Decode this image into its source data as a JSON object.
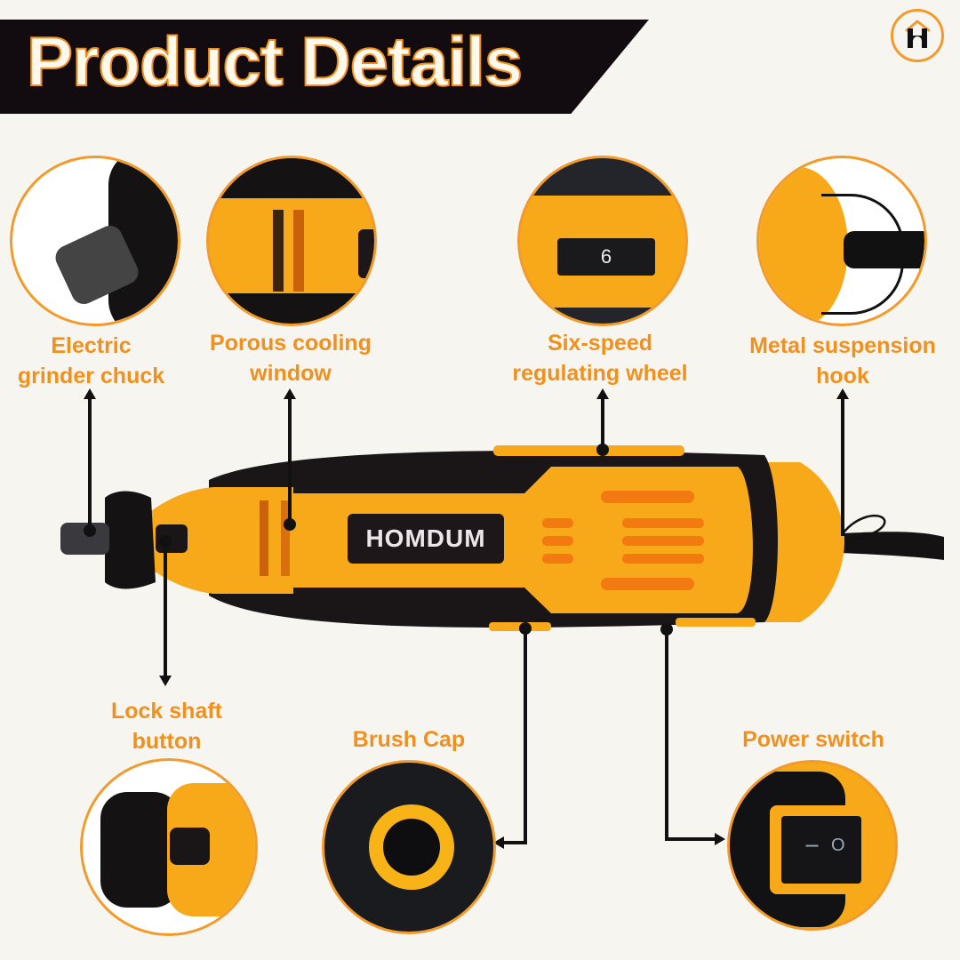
{
  "header": {
    "title": "Product Details",
    "brand_logo_icon": "house-h-logo-icon"
  },
  "product": {
    "brand": "HOMDUM",
    "speed_wheel_value": "6",
    "switch_symbols": [
      "I",
      "O"
    ]
  },
  "callouts": [
    {
      "id": "chuck",
      "line1": "Electric",
      "line2": "grinder chuck"
    },
    {
      "id": "cooling",
      "line1": "Porous cooling",
      "line2": "window"
    },
    {
      "id": "speed",
      "line1": "Six-speed",
      "line2": "regulating wheel"
    },
    {
      "id": "hook",
      "line1": "Metal suspension",
      "line2": "hook"
    },
    {
      "id": "lock",
      "line1": "Lock shaft",
      "line2": "button"
    },
    {
      "id": "brush",
      "line1": "Brush Cap",
      "line2": ""
    },
    {
      "id": "power",
      "line1": "Power switch",
      "line2": ""
    }
  ],
  "colors": {
    "accent_orange": "#f0901e",
    "tool_yellow": "#fbb017",
    "banner_black": "#120c10",
    "background": "#f7f5f0"
  }
}
